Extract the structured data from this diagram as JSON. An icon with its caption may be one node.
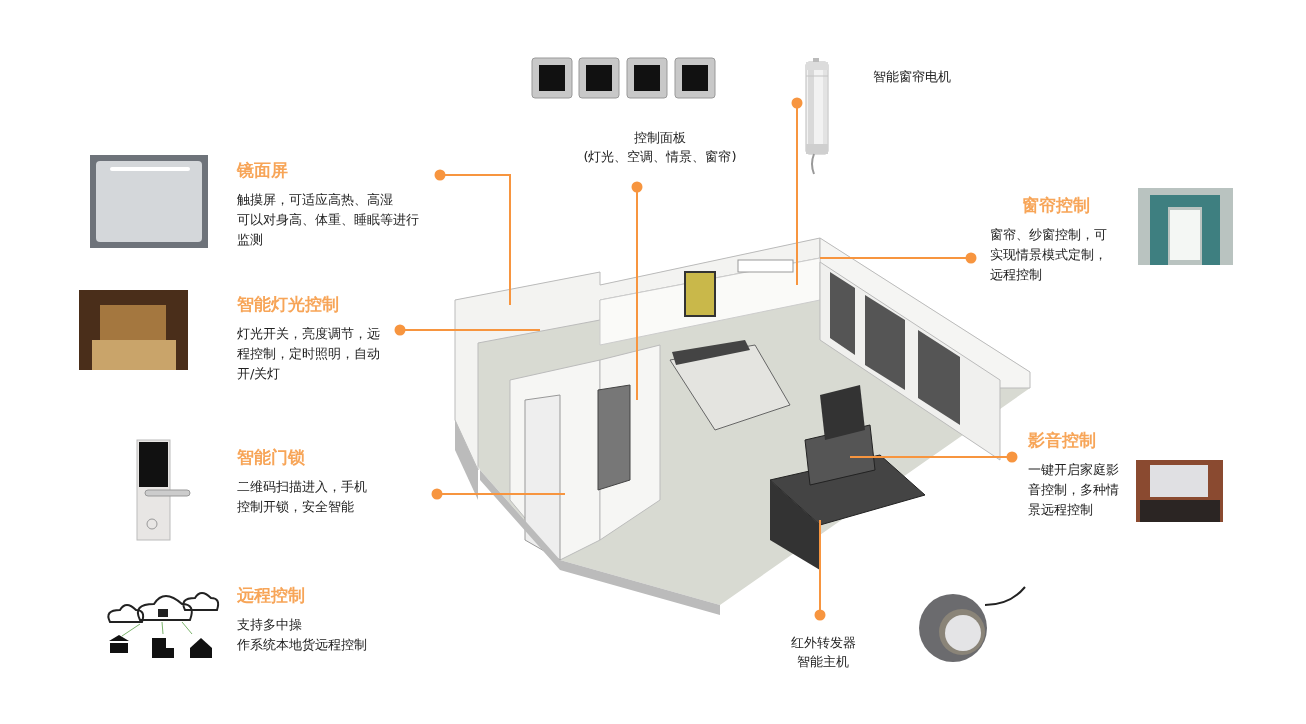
{
  "diagram": {
    "nodes": [
      {
        "text": [
          "控制面板(灯光、空调、情景、窗帘)"
        ]
      },
      {
        "text": [],
        "shape": "picture",
        "beside": [
          "智能窗帘电机"
        ]
      },
      {
        "text": [
          "镜面屏",
          "触摸屏，可适应高热、高湿可以对身高、体重、睡眠等进行监测"
        ]
      },
      {
        "text": [
          "窗帘控制",
          "窗帘、纱窗控制，可实现情景模式定制，远程控制"
        ]
      },
      {
        "text": [
          "智能灯光控制",
          "灯光开关，亮度调节，远程控制，定时照明，自动开/关灯"
        ]
      },
      {
        "text": [
          "智能门锁",
          "二维码扫描进入，手机控制开锁，安全智能"
        ]
      },
      {
        "text": [
          "影音控制",
          "一键开启家庭影音控制，多种情景远程控制"
        ]
      },
      {
        "text": [
          "远程控制",
          "支持多中操作系统本地货远程控制"
        ]
      },
      {
        "text": [
          "红外转发器智能主机"
        ]
      }
    ],
    "edges": [
      {
        "from": 0,
        "to": null,
        "arrow": "other"
      },
      {
        "from": 1,
        "to": null,
        "arrow": "other"
      },
      {
        "from": 2,
        "to": null,
        "arrow": "other"
      },
      {
        "from": 3,
        "to": null,
        "arrow": "other"
      },
      {
        "from": 4,
        "to": null,
        "arrow": "other"
      },
      {
        "from": 5,
        "to": null,
        "arrow": "other"
      },
      {
        "from": 6,
        "to": null,
        "arrow": "other"
      },
      {
        "from": 8,
        "to": null,
        "arrow": "other"
      }
    ]
  }
}
